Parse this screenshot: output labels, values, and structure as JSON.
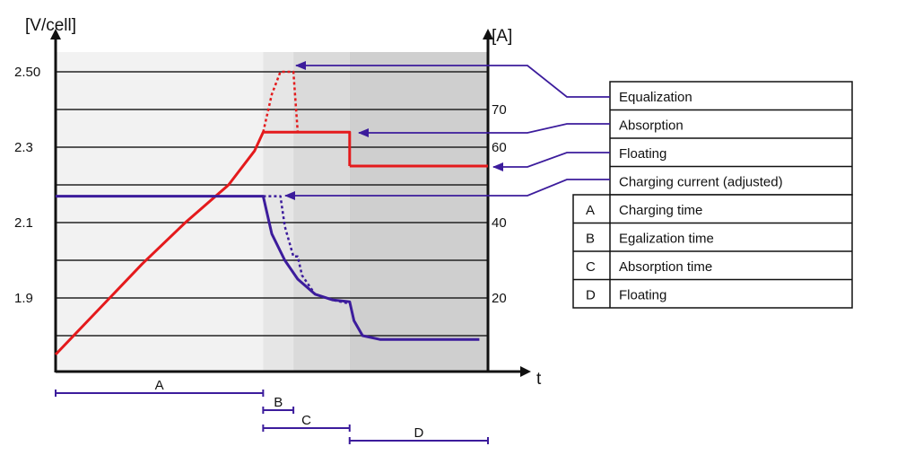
{
  "chart_data": {
    "type": "line",
    "y_left_label": "[V/cell]",
    "y_right_label": "[A]",
    "x_label": "t",
    "y_left_ticks": [
      "2.50",
      "2.3",
      "2.1",
      "1.9"
    ],
    "y_right_ticks": [
      "70",
      "60",
      "40",
      "20"
    ],
    "y_right_ticks_values": [
      70,
      60,
      40,
      20
    ],
    "y_left_ticks_values": [
      2.5,
      2.3,
      2.1,
      1.9
    ],
    "grid": "horizontal",
    "series": [
      {
        "name": "Equalization",
        "axis": "left",
        "color": "#e41a1c",
        "style": "dotted",
        "points": [
          [
            0.48,
            2.34
          ],
          [
            0.5,
            2.44
          ],
          [
            0.52,
            2.5
          ],
          [
            0.55,
            2.5
          ],
          [
            0.56,
            2.34
          ]
        ]
      },
      {
        "name": "Absorption",
        "axis": "left",
        "color": "#e41a1c",
        "style": "solid",
        "points": [
          [
            0.0,
            1.75
          ],
          [
            0.1,
            1.87
          ],
          [
            0.2,
            1.99
          ],
          [
            0.3,
            2.1
          ],
          [
            0.4,
            2.2
          ],
          [
            0.46,
            2.29
          ],
          [
            0.48,
            2.34
          ],
          [
            0.68,
            2.34
          ],
          [
            0.68,
            2.25
          ]
        ]
      },
      {
        "name": "Floating",
        "axis": "left",
        "color": "#e41a1c",
        "style": "solid",
        "points": [
          [
            0.68,
            2.25
          ],
          [
            1.0,
            2.25
          ]
        ]
      },
      {
        "name": "Charging current (adjusted)",
        "axis": "right",
        "color": "#3c1c9c",
        "style": "solid",
        "points": [
          [
            0.0,
            47
          ],
          [
            0.48,
            47
          ],
          [
            0.5,
            37
          ],
          [
            0.53,
            30
          ],
          [
            0.56,
            25
          ],
          [
            0.6,
            21
          ],
          [
            0.64,
            19.5
          ],
          [
            0.68,
            19
          ],
          [
            0.69,
            14
          ],
          [
            0.71,
            10
          ],
          [
            0.75,
            9
          ],
          [
            0.98,
            9
          ]
        ]
      },
      {
        "name": "",
        "axis": "right",
        "color": "#3c1c9c",
        "style": "dotted",
        "points": [
          [
            0.48,
            47
          ],
          [
            0.52,
            47
          ],
          [
            0.53,
            39
          ],
          [
            0.55,
            31
          ],
          [
            0.56,
            31
          ],
          [
            0.57,
            26
          ],
          [
            0.6,
            21
          ],
          [
            0.64,
            19.5
          ],
          [
            0.68,
            18.5
          ]
        ]
      }
    ],
    "phases": [
      {
        "id": "A",
        "start": 0.0,
        "end": 0.48,
        "shade": "#f2f2f2"
      },
      {
        "id": "B",
        "start": 0.48,
        "end": 0.55,
        "shade": "#e6e6e6"
      },
      {
        "id": "C",
        "start": 0.48,
        "end": 0.68,
        "shade": "#dadada"
      },
      {
        "id": "D",
        "start": 0.68,
        "end": 1.0,
        "shade": "#cfcfcf"
      }
    ]
  },
  "legend_series": [
    {
      "label": "Equalization",
      "series_index": 0
    },
    {
      "label": "Absorption",
      "series_index": 1
    },
    {
      "label": "Floating",
      "series_index": 2
    },
    {
      "label": "Charging current (adjusted)",
      "series_index": 3
    }
  ],
  "legend_phases": [
    {
      "letter": "A",
      "label": "Charging time"
    },
    {
      "letter": "B",
      "label": "Egalization time"
    },
    {
      "letter": "C",
      "label": "Absorption time"
    },
    {
      "letter": "D",
      "label": "Floating"
    }
  ],
  "colors": {
    "voltage": "#e41a1c",
    "current": "#3c1c9c",
    "arrow": "#3c1c9c",
    "grid": "#222222"
  }
}
